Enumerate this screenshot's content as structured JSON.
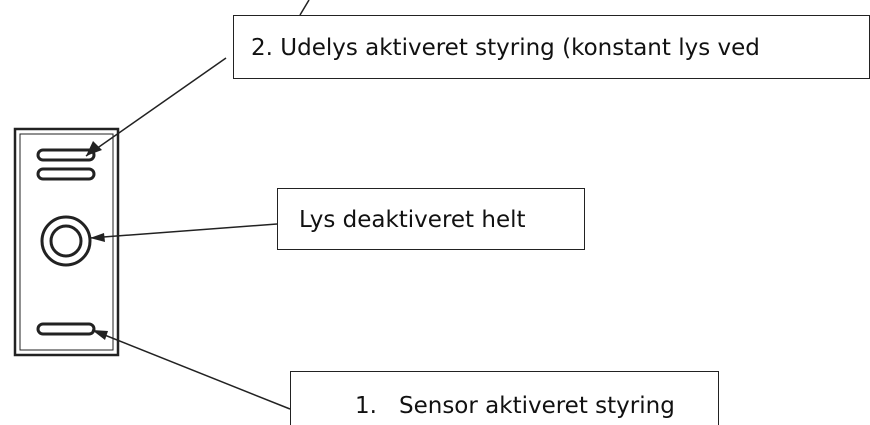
{
  "labels": {
    "mode_2": "2. Udelys aktiveret styring (konstant lys ved",
    "off": "Lys deaktiveret helt",
    "mode_1_number": "1.",
    "mode_1_text": "Sensor aktiveret styring"
  },
  "colors": {
    "line": "#222222",
    "background": "#ffffff"
  }
}
